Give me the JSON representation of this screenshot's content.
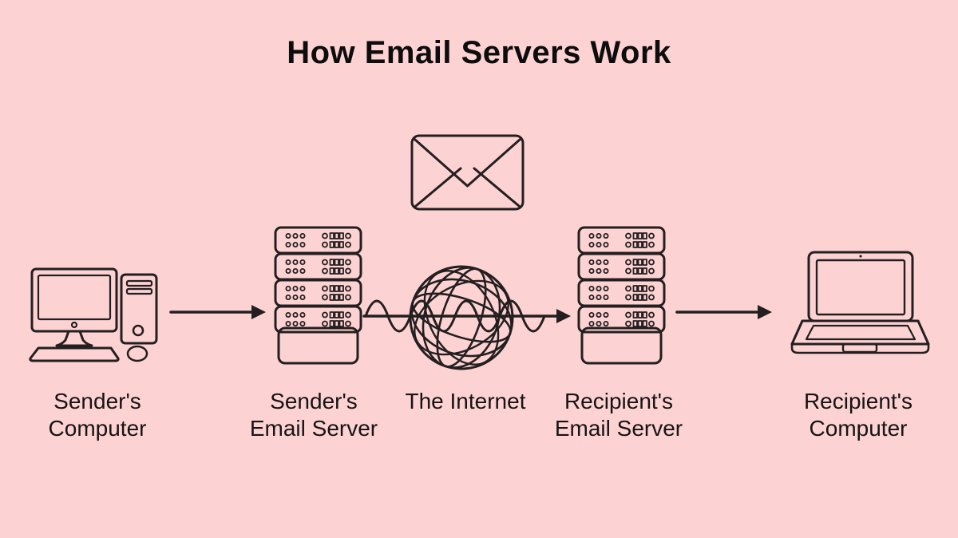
{
  "title": "How Email Servers Work",
  "colors": {
    "background": "#fdd2d2",
    "ink": "#231f20",
    "title_text": "#0d0d0d"
  },
  "labels": {
    "sender_computer": [
      "Sender's",
      "Computer"
    ],
    "sender_email_server": [
      "Sender's",
      "Email Server"
    ],
    "internet": [
      "The Internet"
    ],
    "recipient_email_server": [
      "Recipient's",
      "Email Server"
    ],
    "recipient_computer": [
      "Recipient's",
      "Computer"
    ]
  },
  "icons": {
    "top_center": "email-envelope-icon",
    "node_1": "desktop-computer-icon",
    "node_2": "server-rack-icon",
    "node_3": "globe-icon",
    "node_4": "server-rack-icon",
    "node_5": "laptop-icon",
    "connectors": [
      "arrow-right-icon",
      "signal-wave-arrow-icon",
      "arrow-right-icon"
    ]
  }
}
